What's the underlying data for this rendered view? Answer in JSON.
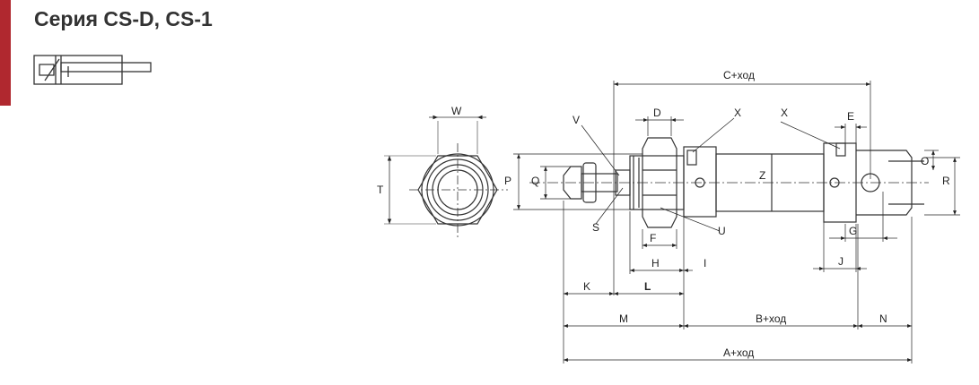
{
  "header": {
    "title": "Серия CS-D, CS-1",
    "accent_color": "#b0282f"
  },
  "drawing": {
    "labels": {
      "W": "W",
      "T": "T",
      "P": "P",
      "Q": "Q",
      "V": "V",
      "S": "S",
      "D": "D",
      "F": "F",
      "H": "H",
      "I": "I",
      "L": "L",
      "K": "K",
      "M": "M",
      "X1": "X",
      "X2": "X",
      "U": "U",
      "Z": "Z",
      "E": "E",
      "O": "O",
      "R": "R",
      "G": "G",
      "J": "J",
      "N": "N",
      "C": "C+ход",
      "B": "B+ход",
      "A": "A+ход"
    }
  }
}
